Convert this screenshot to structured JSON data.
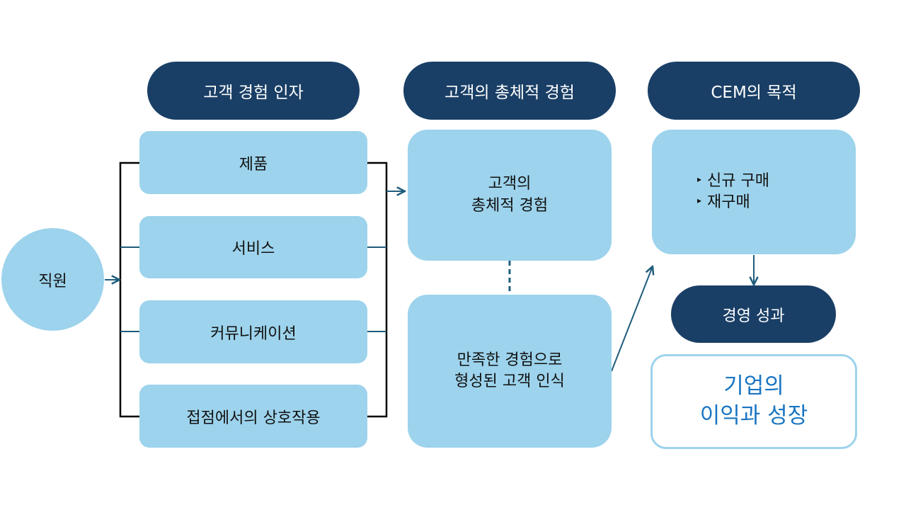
{
  "headers": {
    "factors": "고객 경험 인자",
    "total_experience": "고객의 총체적 경험",
    "cem_purpose": "CEM의 목적"
  },
  "employee": "직원",
  "factors": [
    "제품",
    "서비스",
    "커뮤니케이션",
    "접점에서의 상호작용"
  ],
  "experience_box": {
    "line1": "고객의",
    "line2": "총체적 경험"
  },
  "recognition_box": {
    "line1": "만족한 경험으로",
    "line2": "형성된 고객 인식"
  },
  "purpose": {
    "bullet_symbol": "▸",
    "items": [
      "신규 구매",
      "재구매"
    ]
  },
  "business_result": "경영 성과",
  "outcome": {
    "line1": "기업의",
    "line2": "이익과 성장"
  },
  "colors": {
    "navy": "#1a3f66",
    "light_blue": "#9dd3ec",
    "arrow_teal": "#1f5d7c",
    "outcome_text": "#1a75c2"
  }
}
